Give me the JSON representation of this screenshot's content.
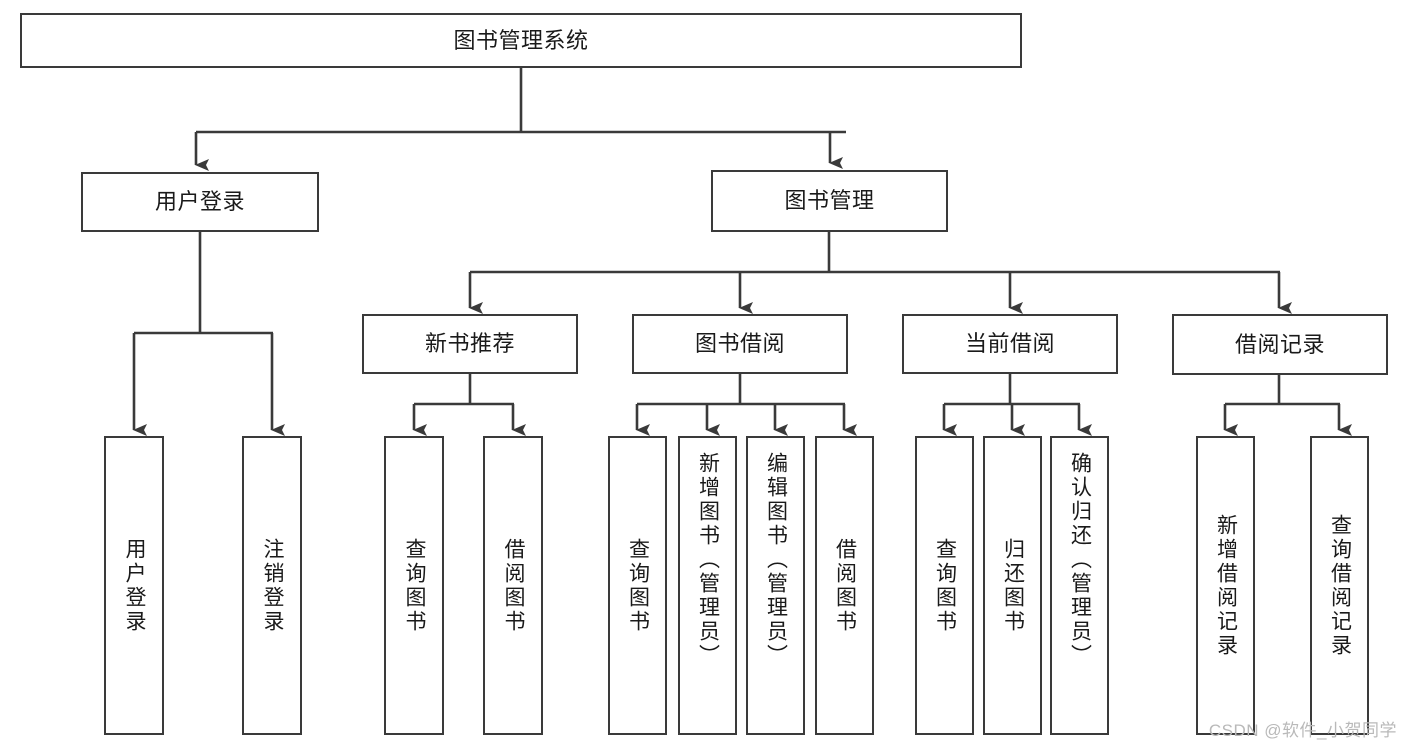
{
  "diagram": {
    "type": "tree",
    "title": "图书管理系统",
    "orientation": "top-down",
    "style": {
      "box_border_color": "#3a3a3a",
      "box_fill_color": "#ffffff",
      "line_color": "#3a3a3a",
      "text_color": "#1a1a1a",
      "background": "#ffffff"
    }
  },
  "root": {
    "label": "图书管理系统"
  },
  "level1": [
    {
      "label": "用户登录"
    },
    {
      "label": "图书管理"
    }
  ],
  "level2": [
    {
      "label": "新书推荐"
    },
    {
      "label": "图书借阅"
    },
    {
      "label": "当前借阅"
    },
    {
      "label": "借阅记录"
    }
  ],
  "leaves": {
    "user_login": [
      {
        "label": "用户登录"
      },
      {
        "label": "注销登录"
      }
    ],
    "new_book_rec": [
      {
        "label": "查询图书"
      },
      {
        "label": "借阅图书"
      }
    ],
    "book_borrow": [
      {
        "label": "查询图书"
      },
      {
        "label": "新增图书（管理员）"
      },
      {
        "label": "编辑图书（管理员）"
      },
      {
        "label": "借阅图书"
      }
    ],
    "current_borrow": [
      {
        "label": "查询图书"
      },
      {
        "label": "归还图书"
      },
      {
        "label": "确认归还（管理员）"
      }
    ],
    "borrow_record": [
      {
        "label": "新增借阅记录"
      },
      {
        "label": "查询借阅记录"
      }
    ]
  },
  "watermark": {
    "text": "CSDN @软件_小贺同学"
  }
}
